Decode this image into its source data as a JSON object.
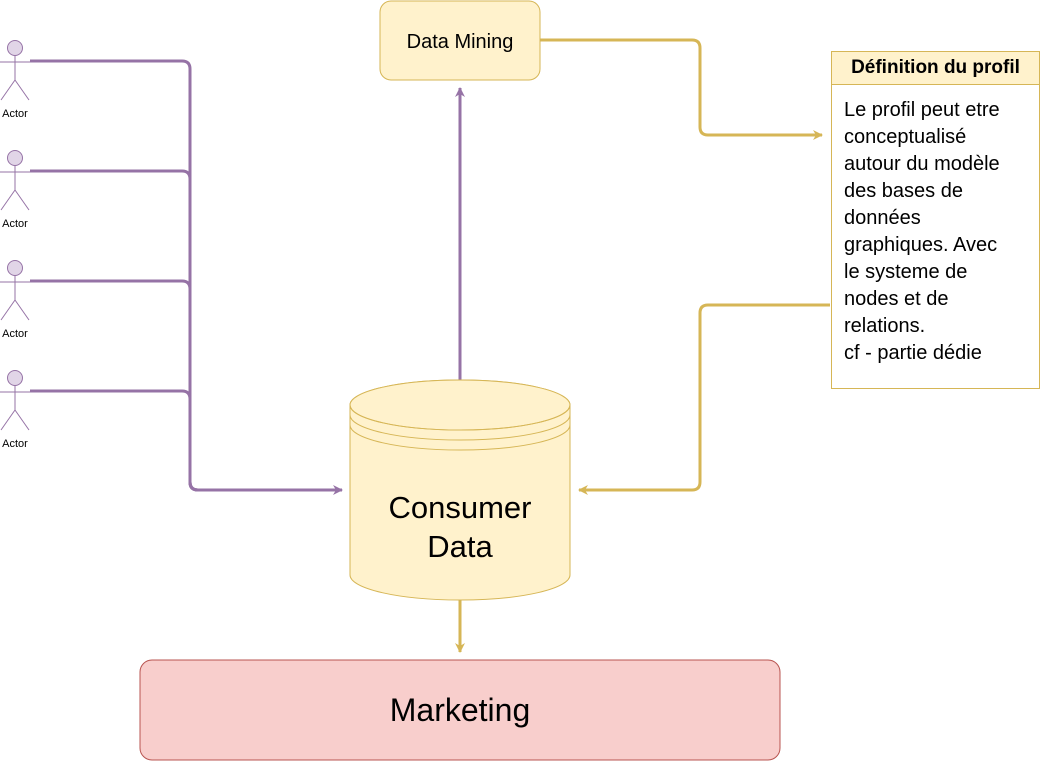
{
  "actors": [
    {
      "label": "Actor"
    },
    {
      "label": "Actor"
    },
    {
      "label": "Actor"
    },
    {
      "label": "Actor"
    }
  ],
  "nodes": {
    "data_mining": {
      "label": "Data Mining"
    },
    "consumer_data": {
      "label_line1": "Consumer",
      "label_line2": "Data"
    },
    "marketing": {
      "label": "Marketing"
    }
  },
  "profile": {
    "title": "Définition du profil",
    "body": "Le profil peut etre\nconceptualisé\nautour du modèle\ndes bases de\ndonnées\ngraphiques. Avec\nle systeme de\nnodes et de\nrelations.\ncf - partie dédie"
  },
  "colors": {
    "purple_edge": "#9673a6",
    "gold_edge": "#d6b656",
    "yellow_fill": "#fff2cc",
    "red_fill": "#f8cecc",
    "red_stroke": "#b85450",
    "actor_fill": "#e1d5e7"
  }
}
